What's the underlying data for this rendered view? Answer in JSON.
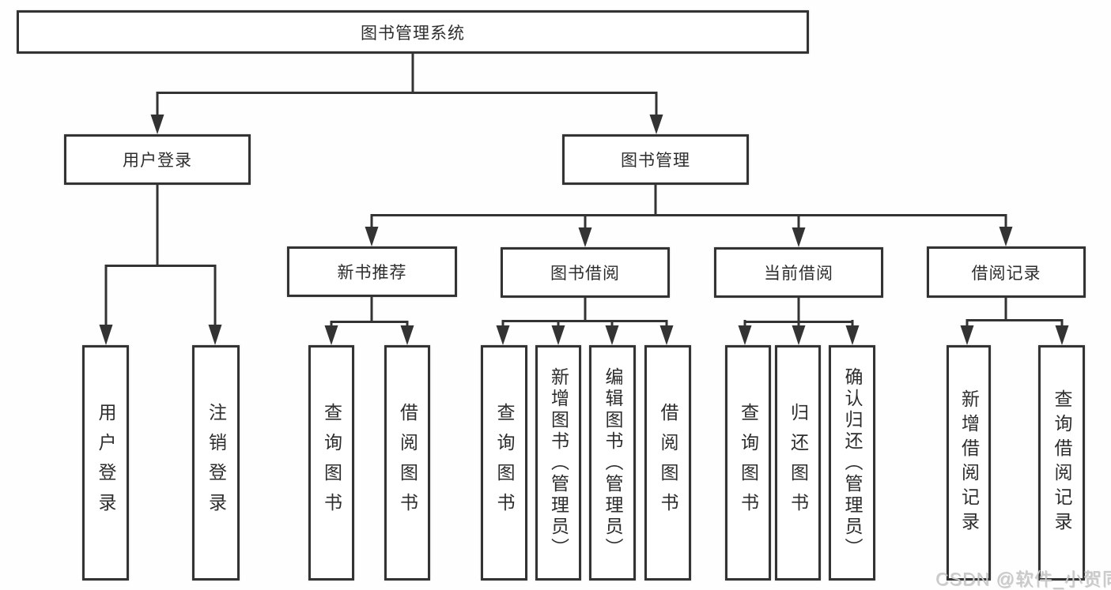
{
  "root": {
    "label": "图书管理系统"
  },
  "branches": [
    {
      "label": "用户登录",
      "leaves": [
        {
          "label": "用户登录"
        },
        {
          "label": "注销登录"
        }
      ]
    },
    {
      "label": "图书管理",
      "groups": [
        {
          "label": "新书推荐",
          "leaves": [
            {
              "label": "查询图书"
            },
            {
              "label": "借阅图书"
            }
          ]
        },
        {
          "label": "图书借阅",
          "leaves": [
            {
              "label": "查询图书"
            },
            {
              "label": "新增图书（管理员）"
            },
            {
              "label": "编辑图书（管理员）"
            },
            {
              "label": "借阅图书"
            }
          ]
        },
        {
          "label": "当前借阅",
          "leaves": [
            {
              "label": "查询图书"
            },
            {
              "label": "归还图书"
            },
            {
              "label": "确认归还（管理员）"
            }
          ]
        },
        {
          "label": "借阅记录",
          "leaves": [
            {
              "label": "新增借阅记录"
            },
            {
              "label": "查询借阅记录"
            }
          ]
        }
      ]
    }
  ],
  "watermark": {
    "text": "CSDN @软件_小贺同学"
  },
  "colors": {
    "line": "#333333",
    "text": "#2d2d2d",
    "watermark_text": "#c9c9c9",
    "background": "#fefefe"
  }
}
